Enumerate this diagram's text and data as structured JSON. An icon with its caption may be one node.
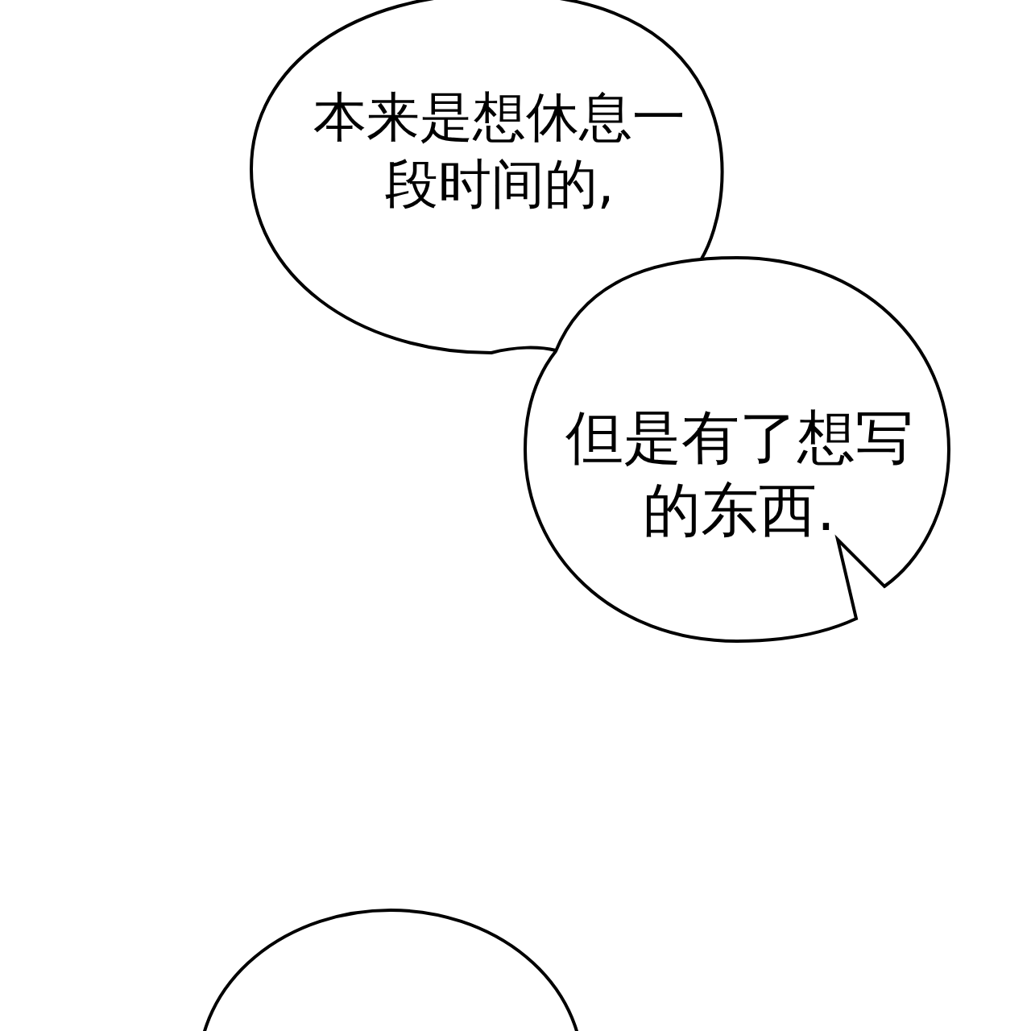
{
  "diagram": {
    "nodes": [
      {
        "text": [
          "本来是想休息一段时间的,"
        ]
      },
      {
        "text": [
          "但是有了想写的东西."
        ]
      },
      {
        "text": [],
        "shape": "circle"
      }
    ]
  }
}
